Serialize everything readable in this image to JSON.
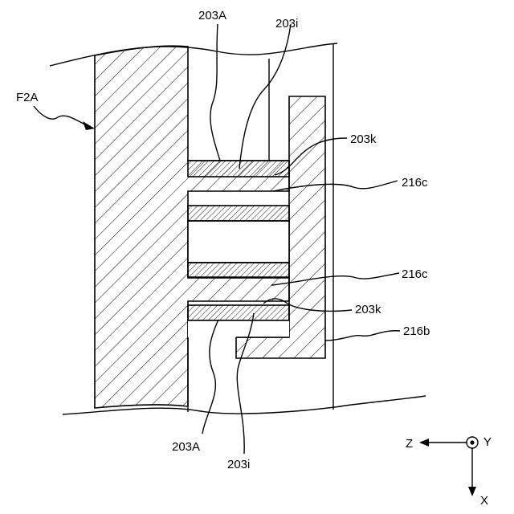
{
  "figure_label": "F2A",
  "labels": {
    "top_203A": "203A",
    "top_203i": "203i",
    "upper_203k": "203k",
    "upper_216c": "216c",
    "lower_216c": "216c",
    "lower_203k": "203k",
    "label_216b": "216b",
    "bottom_203A": "203A",
    "bottom_203i": "203i"
  },
  "axes": {
    "z": "Z",
    "y": "Y",
    "x": "X"
  }
}
